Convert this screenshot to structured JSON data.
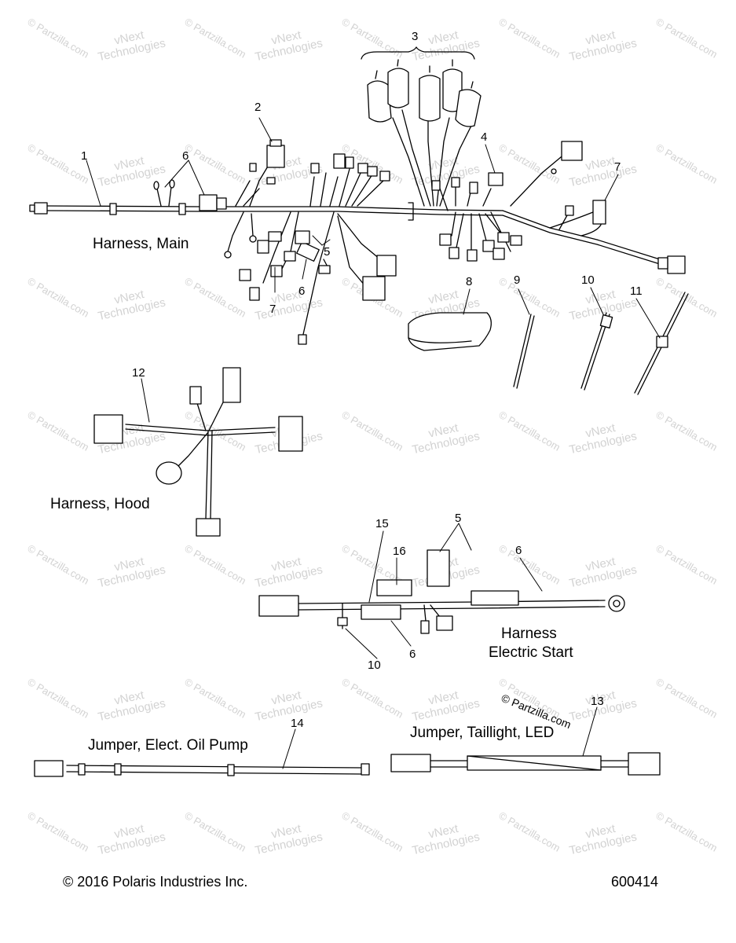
{
  "diagram": {
    "harness_titles": {
      "main": "Harness, Main",
      "hood": "Harness, Hood",
      "electric_start_line1": "Harness",
      "electric_start_line2": "Electric Start",
      "oil_pump": "Jumper, Elect. Oil Pump",
      "taillight": "Jumper, Taillight, LED"
    },
    "callouts": {
      "c1": "1",
      "c2": "2",
      "c3": "3",
      "c4": "4",
      "c5a": "5",
      "c5b": "5",
      "c6a": "6",
      "c6b": "6",
      "c6c": "6",
      "c6d": "6",
      "c7a": "7",
      "c7b": "7",
      "c8": "8",
      "c9": "9",
      "c10a": "10",
      "c10b": "10",
      "c11": "11",
      "c12": "12",
      "c13": "13",
      "c14": "14",
      "c15": "15",
      "c16": "16"
    },
    "watermarks": {
      "vnext_line1": "vNext",
      "vnext_line2": "Technologies",
      "partzilla": "© Partzilla.com",
      "partzilla_overlay": "© Partzilla.com"
    },
    "footer": {
      "copyright": "© 2016 Polaris Industries Inc.",
      "diagram_id": "600414"
    }
  }
}
